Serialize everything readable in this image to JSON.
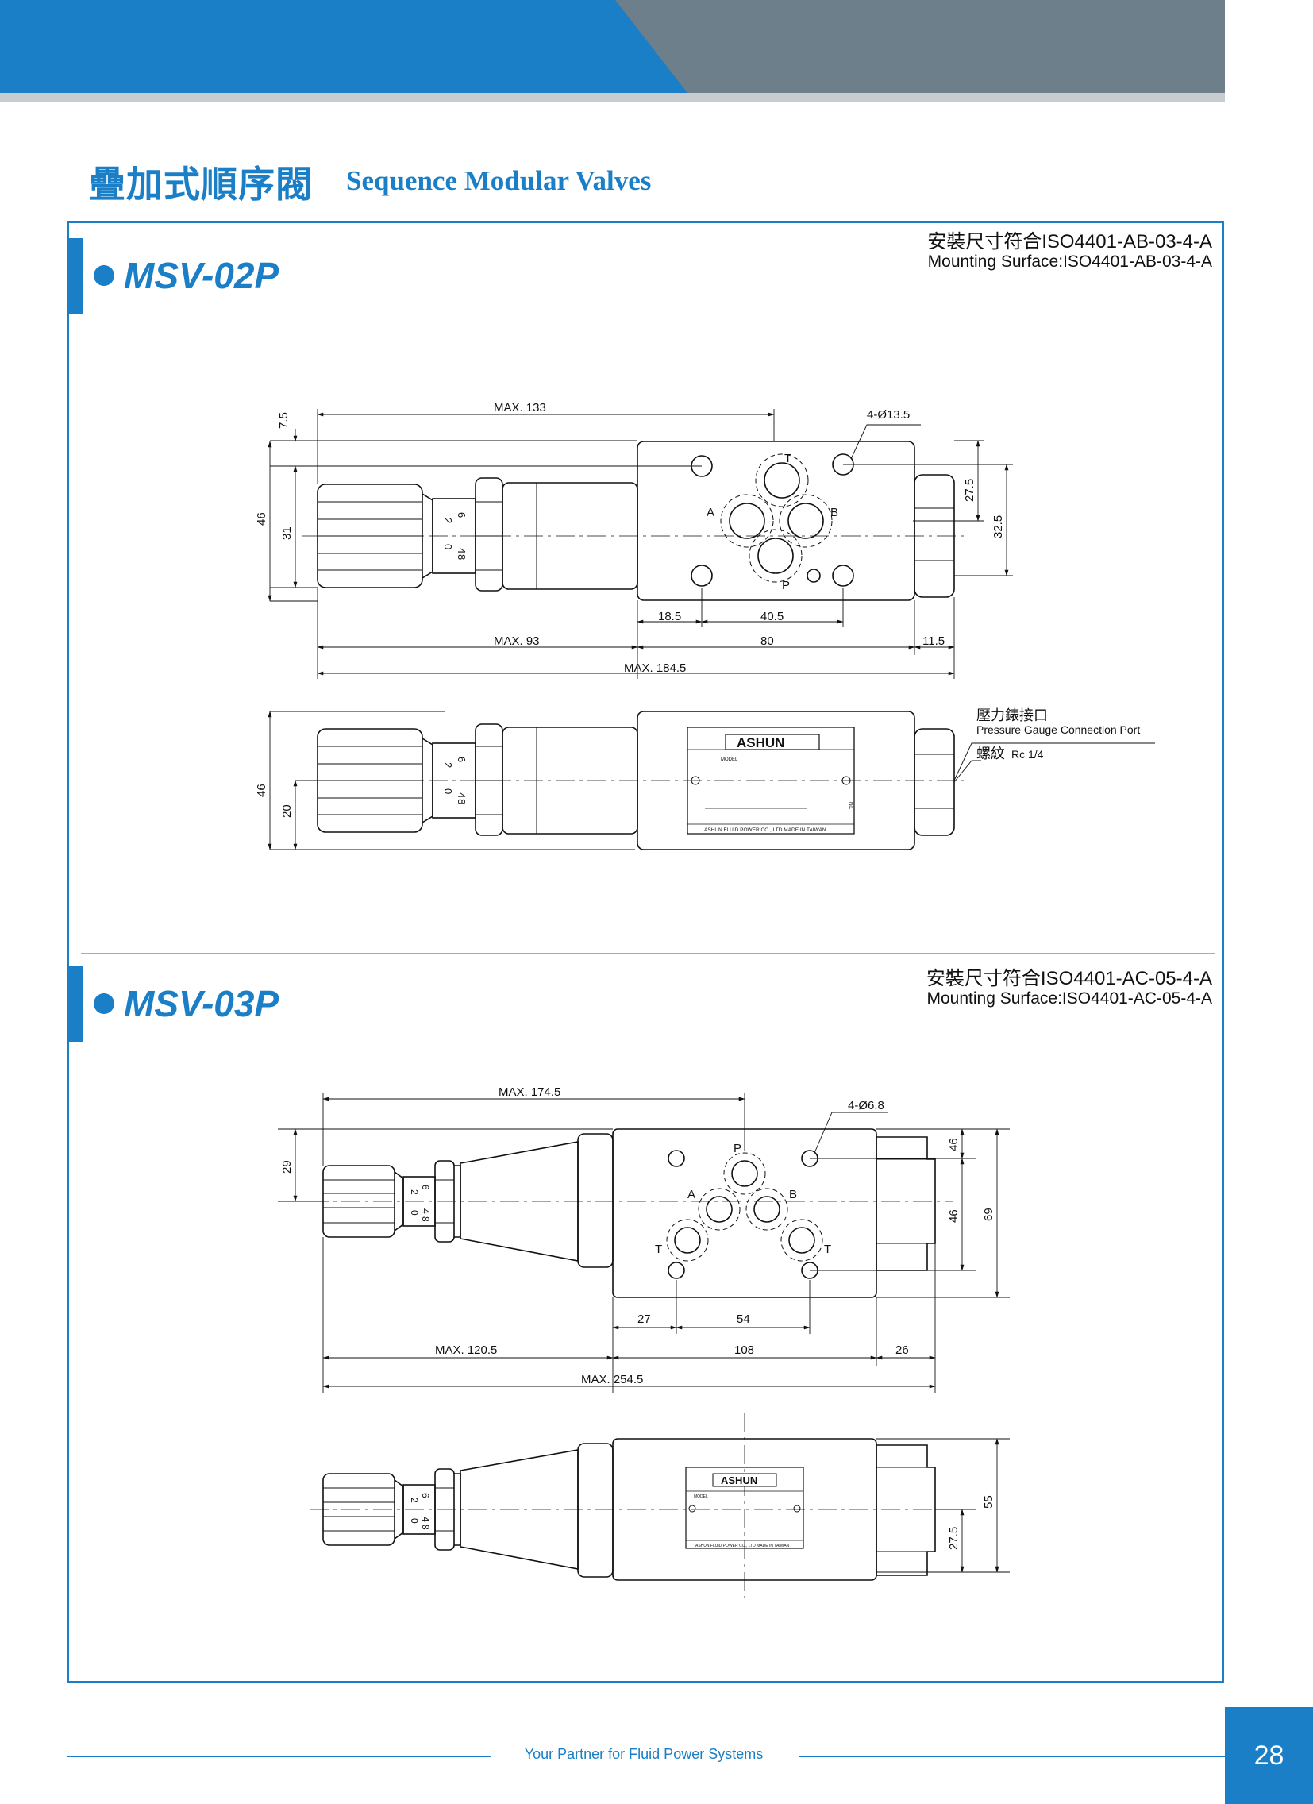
{
  "header": {
    "title_zh": "疊加式順序閥",
    "title_en": "Sequence Modular Valves"
  },
  "colors": {
    "brand": "#1a7fc6",
    "header_grey": "#6e7f8c",
    "line_grey": "#c8ccd0"
  },
  "sections": [
    {
      "model": "MSV-02P",
      "mount_zh": "安裝尺寸符合ISO4401-AB-03-4-A",
      "mount_en": "Mounting Surface:ISO4401-AB-03-4-A",
      "dims": {
        "max133": "MAX. 133",
        "holes": "4-Ø13.5",
        "d7_5": "7.5",
        "d46": "46",
        "d31": "31",
        "d27_5": "27.5",
        "d32_5": "32.5",
        "d18_5": "18.5",
        "d40_5": "40.5",
        "max93": "MAX. 93",
        "d80": "80",
        "d11_5": "11.5",
        "max184_5": "MAX. 184.5",
        "d46b": "46",
        "d20": "20"
      },
      "ports": {
        "T": "T",
        "A": "A",
        "B": "B",
        "P": "P"
      },
      "gauge_zh": "壓力錶接口",
      "gauge_en": "Pressure Gauge Connection Port",
      "thread_zh": "螺紋",
      "thread_en": "Rc 1/4"
    },
    {
      "model": "MSV-03P",
      "mount_zh": "安裝尺寸符合ISO4401-AC-05-4-A",
      "mount_en": "Mounting Surface:ISO4401-AC-05-4-A",
      "dims": {
        "max174_5": "MAX. 174.5",
        "holes": "4-Ø6.8",
        "d29": "29",
        "d46a": "46",
        "d46b": "46",
        "d69": "69",
        "d27": "27",
        "d54": "54",
        "max120_5": "MAX. 120.5",
        "d108": "108",
        "d26": "26",
        "max254_5": "MAX. 254.5",
        "d55": "55",
        "d27_5": "27.5"
      },
      "ports": {
        "P": "P",
        "A": "A",
        "B": "B",
        "T1": "T",
        "T2": "T"
      }
    }
  ],
  "scale_marks": [
    "6",
    "2",
    "4",
    "0",
    "8"
  ],
  "nameplate": {
    "brand": "ASHUN",
    "model_label": "MODEL",
    "maker": "ASHUN FLUID POWER CO., LTD MADE IN TAIWAN",
    "side": "No."
  },
  "footer": {
    "tagline": "Your Partner for Fluid Power Systems",
    "page": "28"
  }
}
